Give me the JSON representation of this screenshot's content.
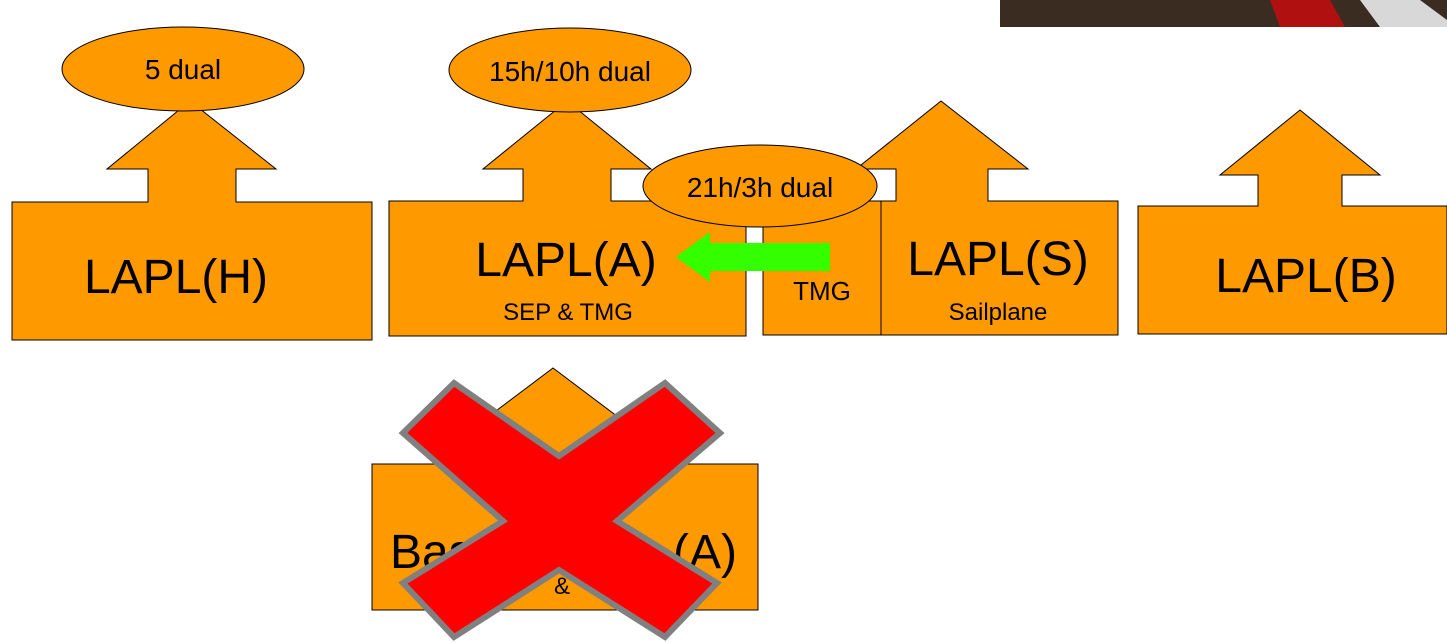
{
  "colors": {
    "box_fill": "#FF9900",
    "outline": "#000000",
    "arrow": "#33FF00",
    "cross_fill": "#FF0000",
    "cross_stroke": "#808080",
    "photo_dark": "#3a2c20",
    "photo_red": "#b01010"
  },
  "icons": {
    "cross": "x-mark-icon",
    "arrow": "left-arrow-icon",
    "photo": "photo-corner-image"
  },
  "licences": [
    {
      "id": "h",
      "label": "LAPL(H)",
      "sub": "",
      "badge": "5 dual"
    },
    {
      "id": "a",
      "label": "LAPL(A)",
      "sub": "SEP & TMG",
      "badge": "15h/10h dual"
    },
    {
      "id": "s",
      "label": "LAPL(S)",
      "sub": "Sailplane",
      "badge": ""
    },
    {
      "id": "b",
      "label": "LAPL(B)",
      "sub": "",
      "badge": ""
    }
  ],
  "tmg": {
    "label": "TMG",
    "badge": "21h/3h dual"
  },
  "basic": {
    "label_left": "Bas",
    "label_right": "(A)",
    "sub_fragment": "&"
  }
}
